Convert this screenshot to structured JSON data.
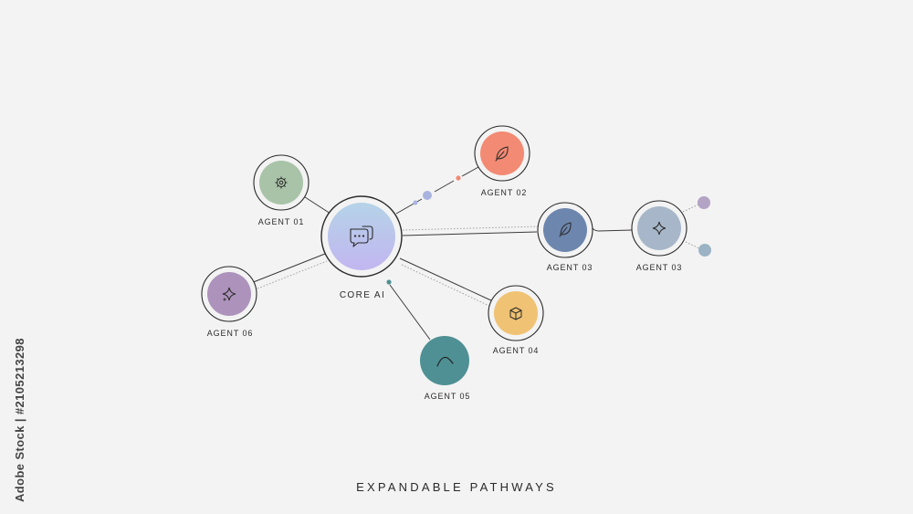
{
  "diagram": {
    "footer_title": "EXPANDABLE PATHWAYS",
    "core": {
      "label": "CORE AI",
      "icon": "chat-bubbles-icon",
      "color_top": "#b5d3e8",
      "color_bottom": "#c2b6f0"
    },
    "agents": [
      {
        "label": "AGENT 01",
        "icon": "gear-icon",
        "color": "#a9c3a8"
      },
      {
        "label": "AGENT 02",
        "icon": "leaf-icon",
        "color": "#f38a73"
      },
      {
        "label": "AGENT 03",
        "icon": "leaf-icon",
        "color": "#6d86ad"
      },
      {
        "label": "AGENT 03",
        "icon": "sparkle-icon",
        "color": "#a7b7c9"
      },
      {
        "label": "AGENT 04",
        "icon": "cube-icon",
        "color": "#f0c273"
      },
      {
        "label": "AGENT 05",
        "icon": "wave-icon",
        "color": "#4f9094"
      },
      {
        "label": "AGENT 06",
        "icon": "sparkle-icon",
        "color": "#ad93bb"
      }
    ],
    "dot_colors": [
      "#a8b3e0",
      "#f38a73",
      "#4f9094",
      "#b3a3c4",
      "#9bb3c4"
    ]
  },
  "watermark": {
    "side_text": "Adobe Stock | #2105213298"
  }
}
